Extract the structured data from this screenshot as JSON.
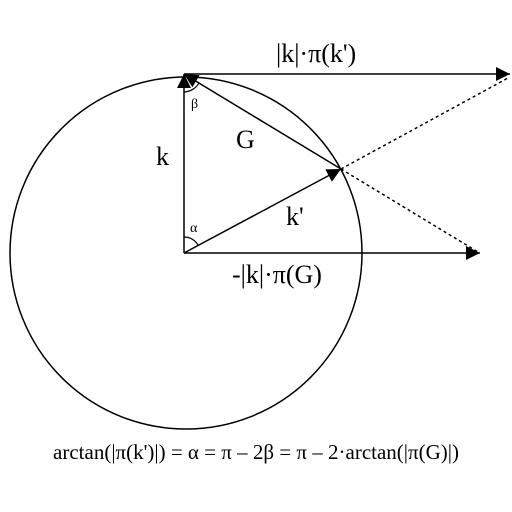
{
  "labels": {
    "top_vector": "|k|·π(k')",
    "bottom_vector": "-|k|·π(G)",
    "k": "k",
    "k_prime": "k'",
    "g": "G",
    "alpha": "α",
    "beta": "β"
  },
  "formula": "arctan(|π(k')|) = α = π – 2β = π – 2·arctan(|π(G)|)",
  "colors": {
    "stroke": "#000000",
    "background": "#ffffff"
  }
}
